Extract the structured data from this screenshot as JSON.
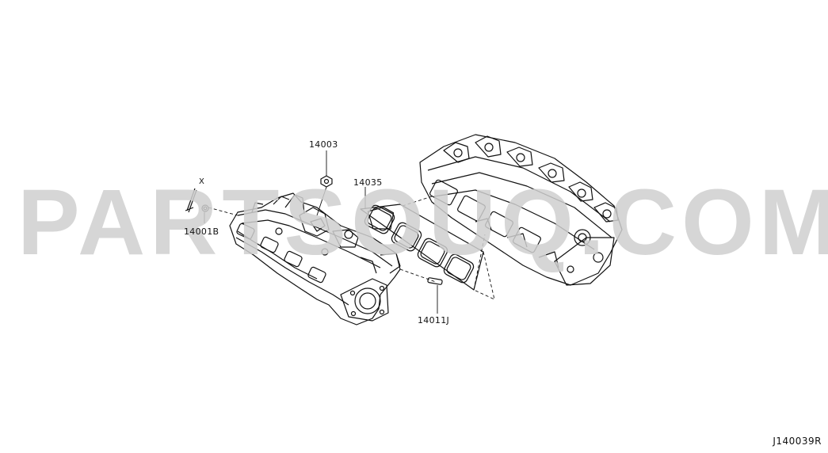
{
  "watermark": "PARTSOUQ.COM",
  "diagram_code": "J140039R",
  "marker_x": "X",
  "callouts": {
    "part_14003": "14003",
    "part_14035": "14035",
    "part_14001b": "14001B",
    "part_14011j": "14011J"
  },
  "colors": {
    "line": "#111111",
    "watermark": "#cfcfcf",
    "background": "#ffffff"
  }
}
